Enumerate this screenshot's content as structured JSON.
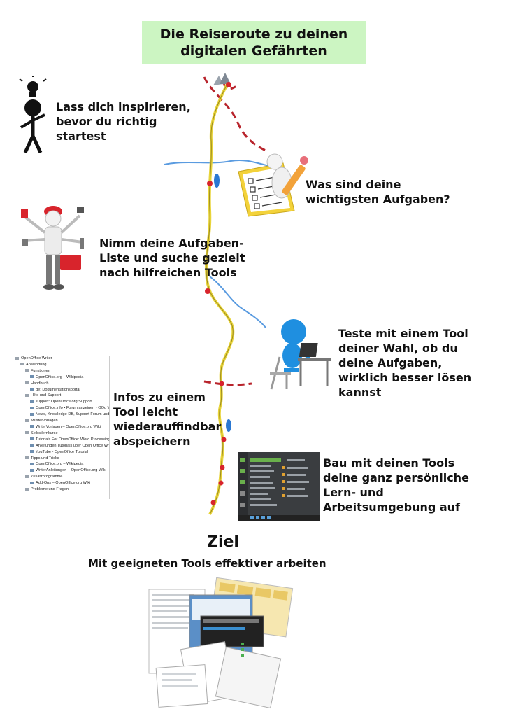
{
  "header": {
    "title_line1": "Die Reiseroute zu deinen",
    "title_line2": "digitalen Gefährten"
  },
  "steps": [
    {
      "lines": [
        "Lass dich inspirieren,",
        "bevor du richtig",
        "startest"
      ]
    },
    {
      "lines": [
        "Was sind deine",
        "wichtigsten Aufgaben?"
      ]
    },
    {
      "lines": [
        "Nimm deine Aufgaben-",
        "Liste und suche gezielt",
        "nach hilfreichen Tools"
      ]
    },
    {
      "lines": [
        "Teste mit einem Tool",
        "deiner Wahl, ob du",
        "deine Aufgaben,",
        "wirklich besser lösen",
        "kannst"
      ]
    },
    {
      "lines": [
        "Infos zu einem",
        "Tool leicht",
        "wiederauffindbar",
        "abspeichern"
      ]
    },
    {
      "lines": [
        "Bau mit deinen Tools",
        "deine ganz persönliche",
        "Lern- und",
        "Arbeitsumgebung auf"
      ]
    }
  ],
  "goal": {
    "title": "Ziel",
    "subtitle": "Mit geeigneten Tools effektiver arbeiten"
  },
  "bookmark_tree": [
    "OpenOffice Writer",
    "Anwendung",
    "Funktionen",
    "OpenOffice.org – Wikipedia",
    "Handbuch",
    "de: Dokumentationsportal",
    "Hilfe und Support",
    "support: OpenOffice.org Support",
    "OpenOffice.info • Forum anzeigen - OOo Writer",
    "News, Knowledge DB, Support Forum und Tref",
    "Mustervorlagen",
    "WriterVorlagen – OpenOffice.org Wiki",
    "Selbstlernkurse",
    "Tutorials For OpenOffice: Word Processing (W",
    "Anleitungen Tutorials über Open Office Writer",
    "YouTube - OpenOffice Tutorial",
    "Tipps und Tricks",
    "OpenOffice.org – Wikipedia",
    "WriterAnleitungen – OpenOffice.org-Wiki",
    "Zusatzprogramme",
    "Add-Ons – OpenOffice.org Wiki",
    "Probleme und Fragen"
  ],
  "colors": {
    "title_bg": "#ccf5c2",
    "route": "#e8d43a",
    "marker": "#d8242c",
    "water": "#2a78d2",
    "person_blue": "#1f8fe0"
  }
}
